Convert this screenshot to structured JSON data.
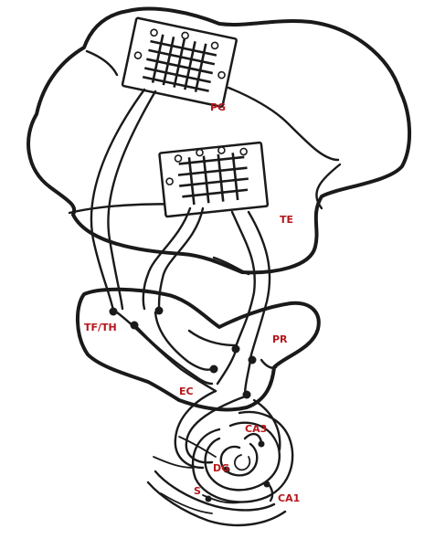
{
  "colors": {
    "label": "#b5161b",
    "ink": "#1a1a1a",
    "background": "#ffffff"
  },
  "labels": {
    "pg": "PG",
    "te": "TE",
    "tfth": "TF/TH",
    "pr": "PR",
    "ec": "EC",
    "ca3": "CA3",
    "dg": "DG",
    "s": "S",
    "ca1": "CA1"
  },
  "icons": [
    "electrode-grid-icon",
    "electrode-grid-icon"
  ]
}
